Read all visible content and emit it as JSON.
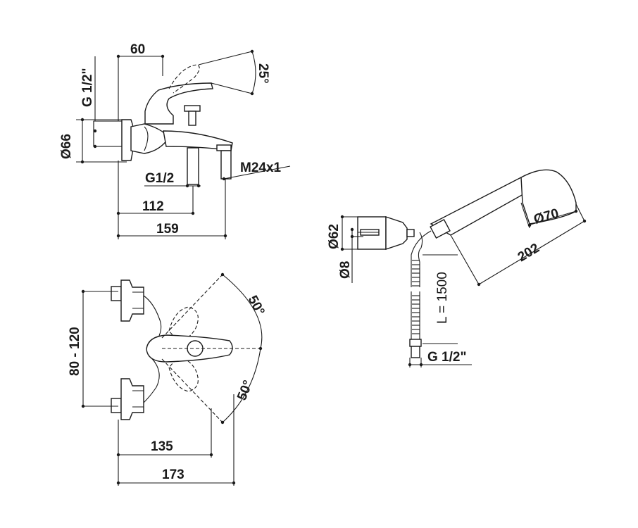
{
  "side_view": {
    "dim_60": "60",
    "angle_25": "25°",
    "thread_g12_top": "G 1/2\"",
    "dia_66": "Ø66",
    "thread_m24": "M24x1",
    "thread_g12_spout": "G1/2",
    "dim_112": "112",
    "dim_159": "159"
  },
  "top_view": {
    "angle_50_top": "50°",
    "angle_50_bottom": "50°",
    "dim_80_120": "80 - 120",
    "dim_135": "135",
    "dim_173": "173"
  },
  "shower_set": {
    "dia_62": "Ø62",
    "dia_8": "Ø8",
    "hose_length": "L = 1500",
    "thread_g12": "G 1/2\"",
    "dia_70": "Ø70",
    "dim_202": "202"
  }
}
